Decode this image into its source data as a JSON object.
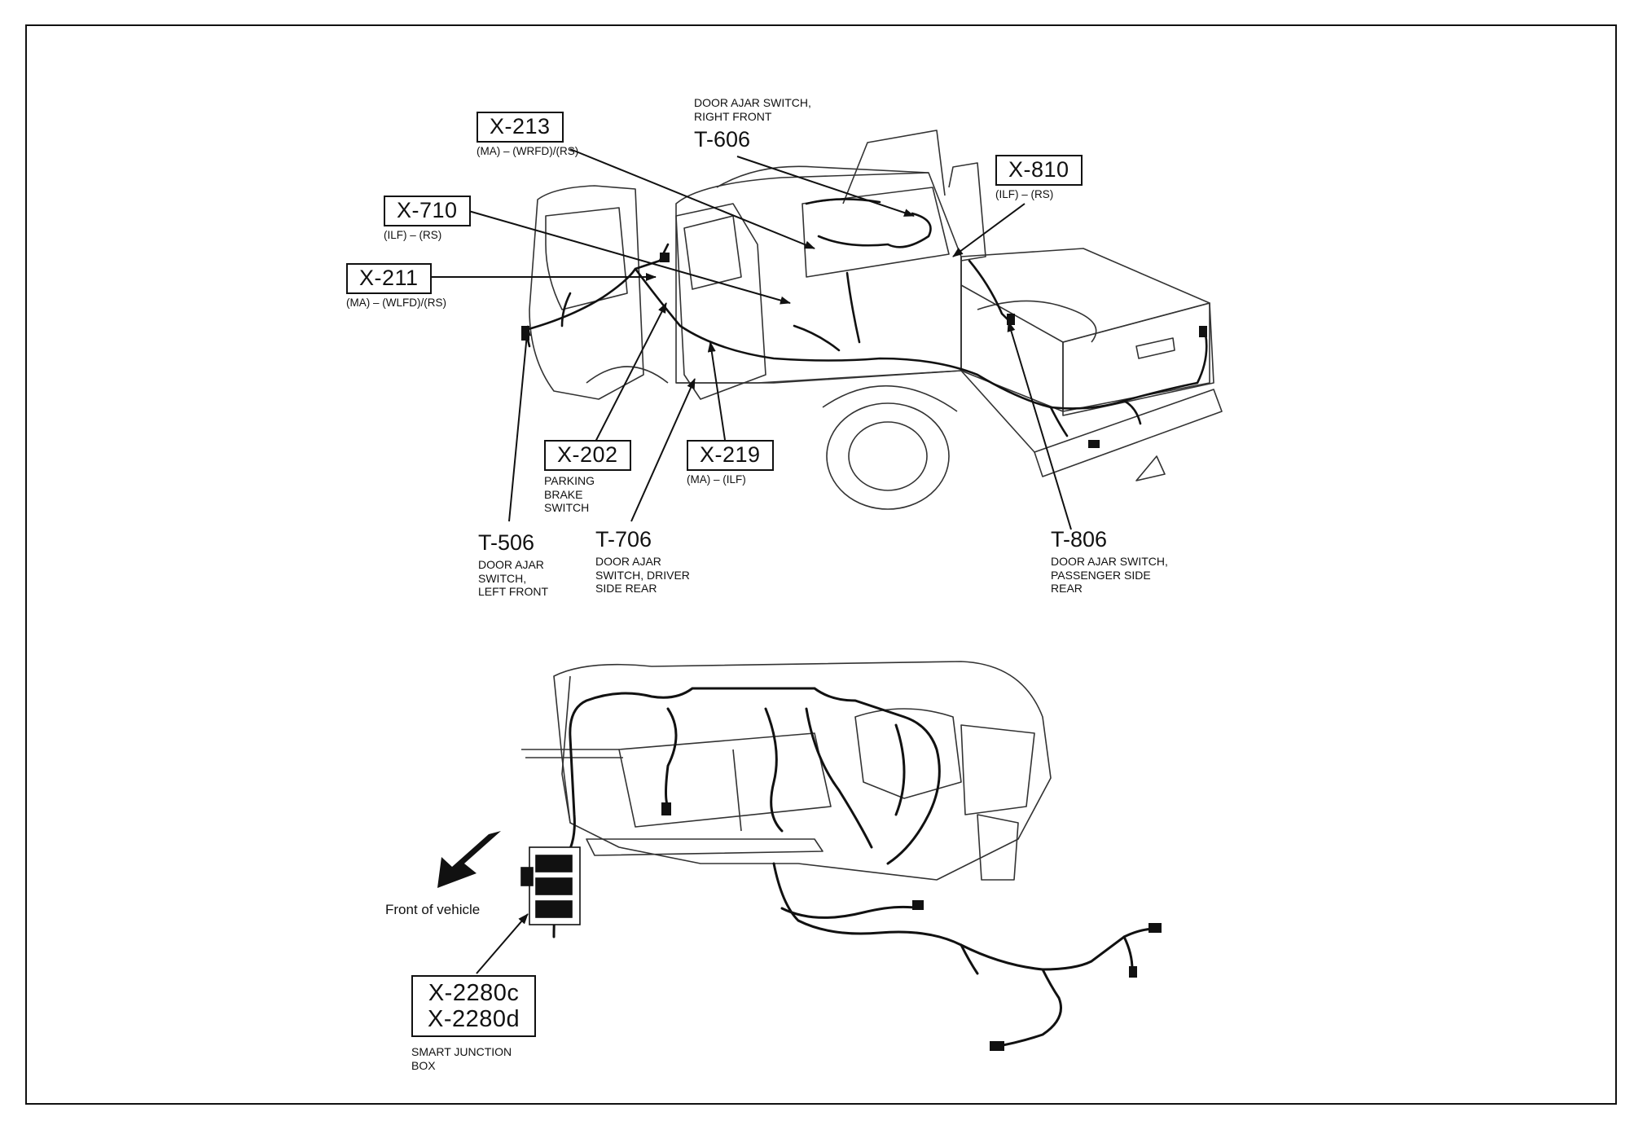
{
  "connectors": {
    "x213": {
      "code": "X-213",
      "note": "(MA) – (WRFD)/(RS)"
    },
    "x710": {
      "code": "X-710",
      "note": "(ILF) – (RS)"
    },
    "x211": {
      "code": "X-211",
      "note": "(MA) – (WLFD)/(RS)"
    },
    "x810": {
      "code": "X-810",
      "note": "(ILF) – (RS)"
    },
    "x202": {
      "code": "X-202",
      "desc_lines": [
        "PARKING",
        "BRAKE",
        "SWITCH"
      ]
    },
    "x219": {
      "code": "X-219",
      "note": "(MA) – (ILF)"
    },
    "x2280": {
      "code_lines": [
        "X-2280c",
        "X-2280d"
      ],
      "desc_lines": [
        "SMART JUNCTION",
        "BOX"
      ]
    }
  },
  "terminals": {
    "t606": {
      "code": "T-606",
      "desc_lines": [
        "DOOR AJAR SWITCH,",
        "RIGHT FRONT"
      ]
    },
    "t506": {
      "code": "T-506",
      "desc_lines": [
        "DOOR AJAR",
        "SWITCH,",
        "LEFT FRONT"
      ]
    },
    "t706": {
      "code": "T-706",
      "desc_lines": [
        "DOOR AJAR",
        "SWITCH, DRIVER",
        "SIDE REAR"
      ]
    },
    "t806": {
      "code": "T-806",
      "desc_lines": [
        "DOOR AJAR SWITCH,",
        "PASSENGER SIDE",
        "REAR"
      ]
    }
  },
  "front_label": "Front of vehicle",
  "icons": {
    "front_arrow": "front-direction-arrow-icon"
  }
}
